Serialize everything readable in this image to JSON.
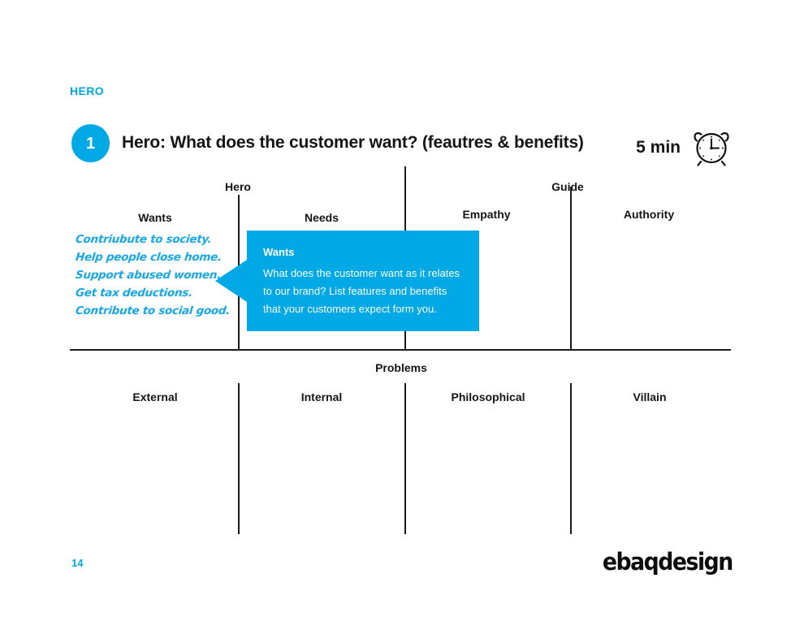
{
  "slide": {
    "eyebrow": "HERO",
    "step_number": "1",
    "title": "Hero: What does the customer want? (feautres & benefits)",
    "timer_label": "5 min",
    "timer_icon": "alarm-clock-icon",
    "page_number": "14",
    "logo": "ebaqdesign",
    "accent_color": "#00A9E5",
    "line_color": "#1b1b1b"
  },
  "canvas": {
    "top_section": {
      "groups": [
        {
          "label": "Hero"
        },
        {
          "label": "Guide"
        }
      ],
      "columns": [
        {
          "label": "Wants"
        },
        {
          "label": "Needs"
        },
        {
          "label": "Empathy"
        },
        {
          "label": "Authority"
        }
      ]
    },
    "bottom_section": {
      "group": {
        "label": "Problems"
      },
      "columns": [
        {
          "label": "External"
        },
        {
          "label": "Internal"
        },
        {
          "label": "Philosophical"
        },
        {
          "label": "Villain"
        }
      ]
    }
  },
  "notes": {
    "lines": [
      "Contriubute to society.",
      "Help people close home.",
      "Support abused women.",
      "Get tax deductions.",
      "Contribute to social good."
    ]
  },
  "callout": {
    "title": "Wants",
    "body": "What does the customer want as it relates to our brand? List features and benefits that your customers expect form you."
  }
}
